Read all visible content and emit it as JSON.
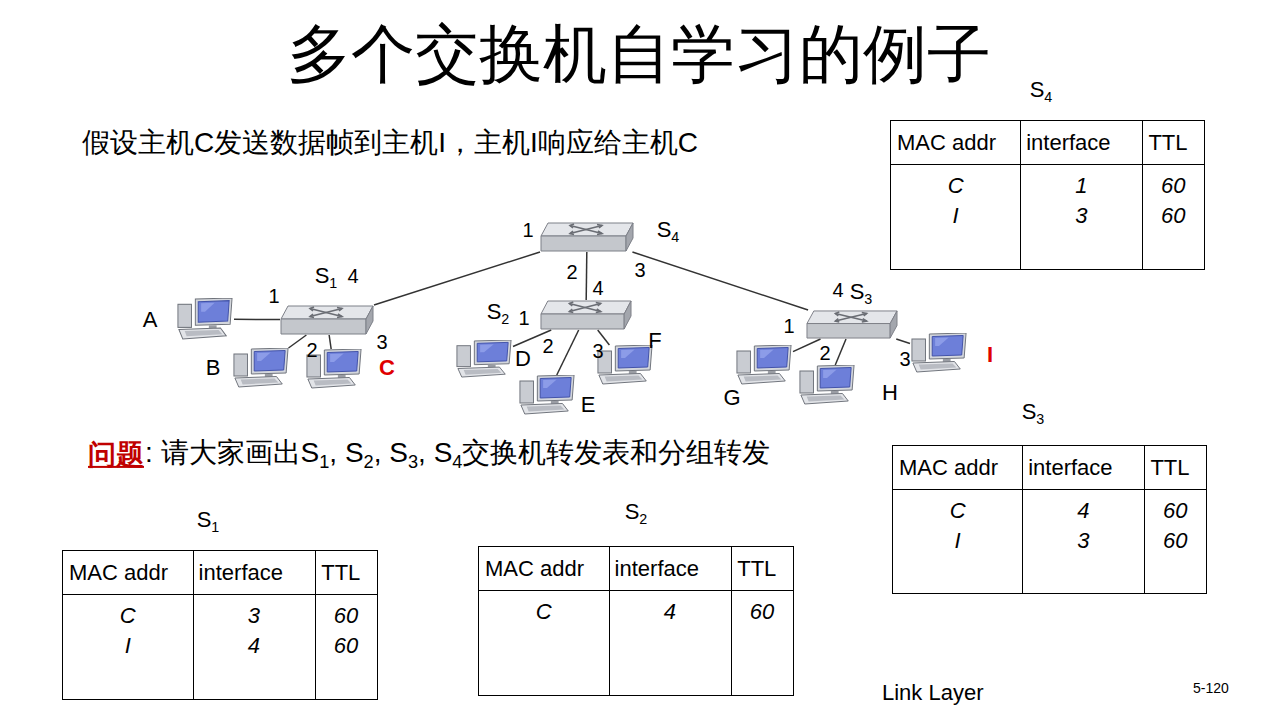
{
  "diagram": {
    "title": "多个交换机自学习的例子",
    "nodes": [
      {
        "text": [
          "S4"
        ]
      },
      {
        "text": [
          "S1"
        ]
      },
      {
        "text": [
          "S2"
        ]
      },
      {
        "text": [
          "S3"
        ]
      },
      {
        "text": [
          "A"
        ]
      },
      {
        "text": [
          "B"
        ]
      },
      {
        "text": [
          "C"
        ]
      },
      {
        "text": [
          "D"
        ]
      },
      {
        "text": [
          "E"
        ]
      },
      {
        "text": [
          "F"
        ]
      },
      {
        "text": [
          "G"
        ]
      },
      {
        "text": [
          "H"
        ]
      },
      {
        "text": [
          "I"
        ]
      },
      {
        "text": [
          "S4",
          "MAC addr",
          "interface",
          "TTL",
          "C",
          "1",
          "60",
          "I",
          "3",
          "60"
        ]
      },
      {
        "text": [
          "S3",
          "MAC addr",
          "interface",
          "TTL",
          "C",
          "4",
          "60",
          "I",
          "3",
          "60"
        ]
      },
      {
        "text": [
          "S1",
          "MAC addr",
          "interface",
          "TTL",
          "C",
          "3",
          "60",
          "I",
          "4",
          "60"
        ]
      },
      {
        "text": [
          "S2",
          "MAC addr",
          "interface",
          "TTL",
          "C",
          "4",
          "60"
        ]
      }
    ],
    "edges": [
      {
        "from": 0,
        "to": 1,
        "arrow": "none"
      },
      {
        "from": 0,
        "to": 2,
        "arrow": "none"
      },
      {
        "from": 0,
        "to": 3,
        "arrow": "none"
      },
      {
        "from": 1,
        "to": 4,
        "arrow": "none"
      },
      {
        "from": 1,
        "to": 5,
        "arrow": "none"
      },
      {
        "from": 1,
        "to": 6,
        "arrow": "none"
      },
      {
        "from": 2,
        "to": 7,
        "arrow": "none"
      },
      {
        "from": 2,
        "to": 8,
        "arrow": "none"
      },
      {
        "from": 2,
        "to": 9,
        "arrow": "none"
      },
      {
        "from": 3,
        "to": 10,
        "arrow": "none"
      },
      {
        "from": 3,
        "to": 11,
        "arrow": "none"
      },
      {
        "from": 3,
        "to": 12,
        "arrow": "none"
      }
    ],
    "labels": [
      "假设主机C发送数据帧到主机I，主机I响应给主机C",
      "1",
      "2",
      "3",
      "4",
      "1",
      "2",
      "3",
      "4",
      "1",
      "2",
      "3",
      "4",
      "1",
      "2",
      "3",
      "问题",
      ": 请大家画出S1, S2, S3, S4交换机转发表和分组转发",
      "Link Layer",
      "5-120"
    ]
  }
}
